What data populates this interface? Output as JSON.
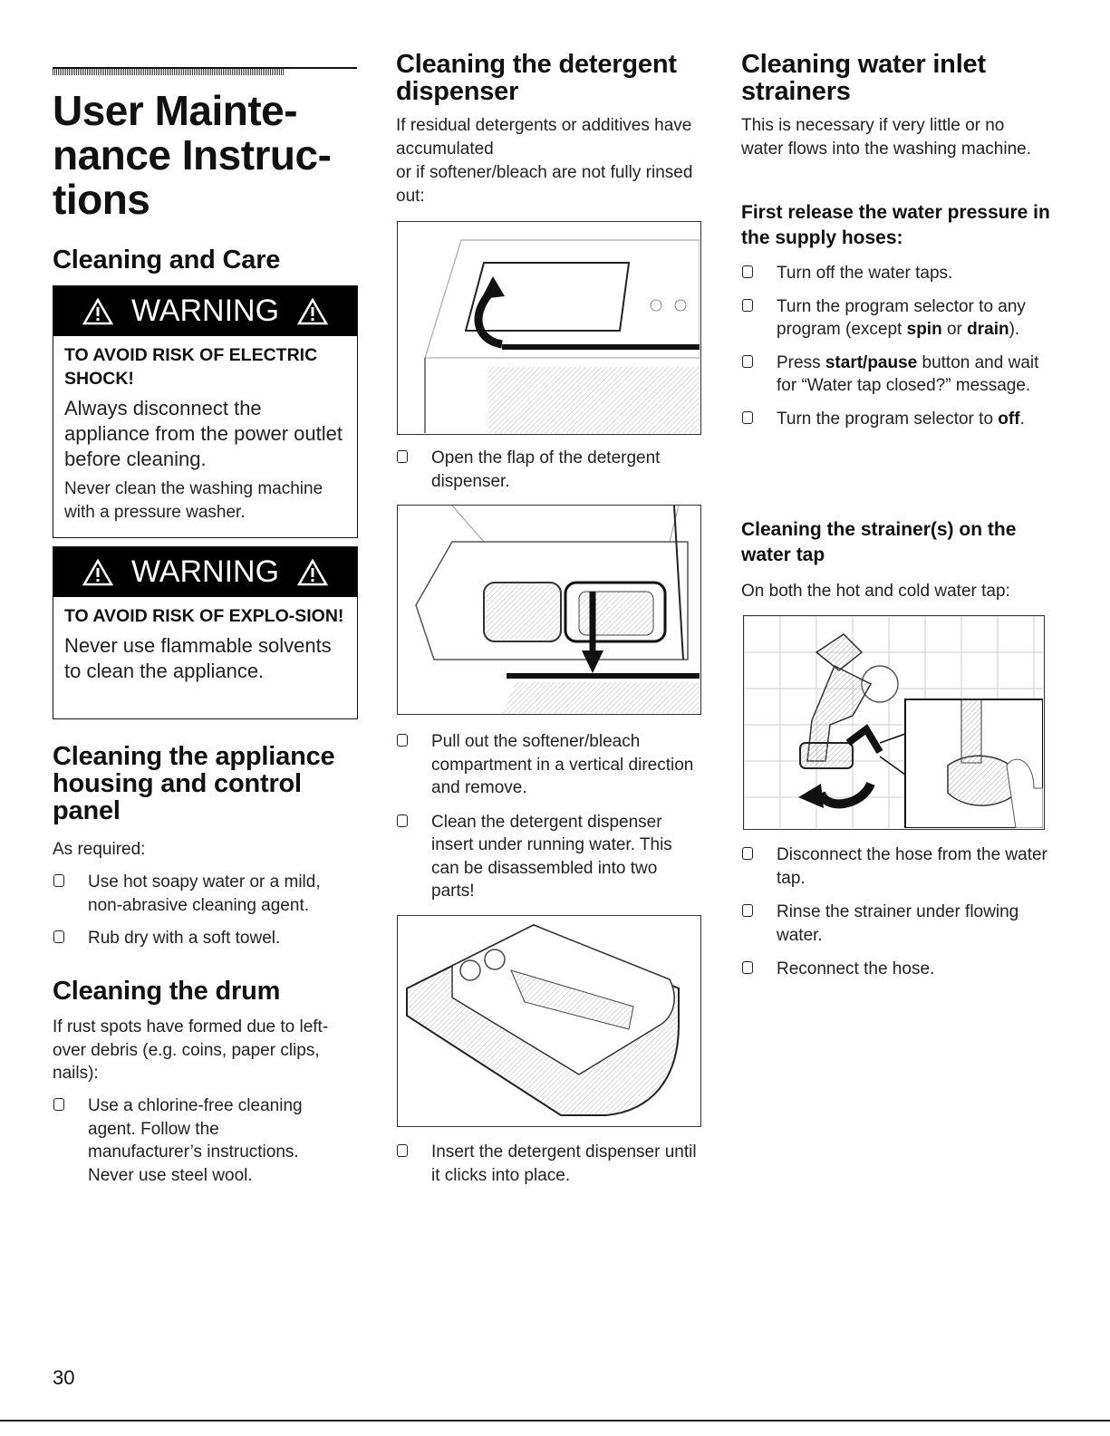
{
  "main_title": "User Mainte-\nnance Instruc-\ntions",
  "col1": {
    "cleaning_care_heading": "Cleaning and Care",
    "warning1": {
      "label": "WARNING",
      "caption": "TO AVOID RISK OF ELECTRIC SHOCK!",
      "big_text": "Always disconnect the appliance from the power outlet before cleaning.",
      "small_text": "Never clean the washing machine with a pressure washer."
    },
    "warning2": {
      "label": "WARNING",
      "caption": "TO AVOID RISK OF EXPLO-SION!",
      "big_text": "Never use flammable solvents to clean the appliance."
    },
    "housing": {
      "heading": "Cleaning the appliance housing and control panel",
      "intro": "As required:",
      "items": [
        "Use hot soapy water or a mild, non-abrasive cleaning agent.",
        "Rub dry with a soft towel."
      ]
    },
    "drum": {
      "heading": "Cleaning the drum",
      "intro": "If rust spots have formed due to left-over debris (e.g. coins, paper clips, nails):",
      "items": [
        "Use a chlorine-free cleaning agent. Follow the manufacturer’s instructions. Never use steel wool."
      ]
    }
  },
  "col2": {
    "heading": "Cleaning the detergent dispenser",
    "intro_1": "If residual detergents or additives have accumulated",
    "intro_2": "or if softener/bleach are not fully rinsed out:",
    "step1": "Open the flap of the detergent dispenser.",
    "step2": "Pull out the softener/bleach compartment in a vertical direction and remove.",
    "step3": "Clean the detergent dispenser insert under running water. This can be disassembled into two parts!",
    "step4": "Insert the detergent dispenser until it clicks into place."
  },
  "col3": {
    "heading": "Cleaning water inlet strainers",
    "intro": "This is necessary if very little or no water flows into the washing machine.",
    "sub1": "First release the water pressure in the supply hoses:",
    "sub1_items": {
      "a": "Turn off the water taps.",
      "b_pre": "Turn the program selector to any program (except ",
      "b_kw1": "spin",
      "b_mid": " or ",
      "b_kw2": "drain",
      "b_post": ").",
      "c_pre": "Press ",
      "c_kw": "start/pause",
      "c_post": " button and wait for “Water tap closed?” message.",
      "d_pre": "Turn the program selector to ",
      "d_kw": "off",
      "d_post": "."
    },
    "sub2": "Cleaning the strainer(s) on the water tap",
    "sub2_intro": "On both the hot and cold water tap:",
    "items": [
      "Disconnect the hose from the water tap.",
      "Rinse the strainer under flowing water.",
      "Reconnect the hose."
    ]
  },
  "page_number": "30"
}
